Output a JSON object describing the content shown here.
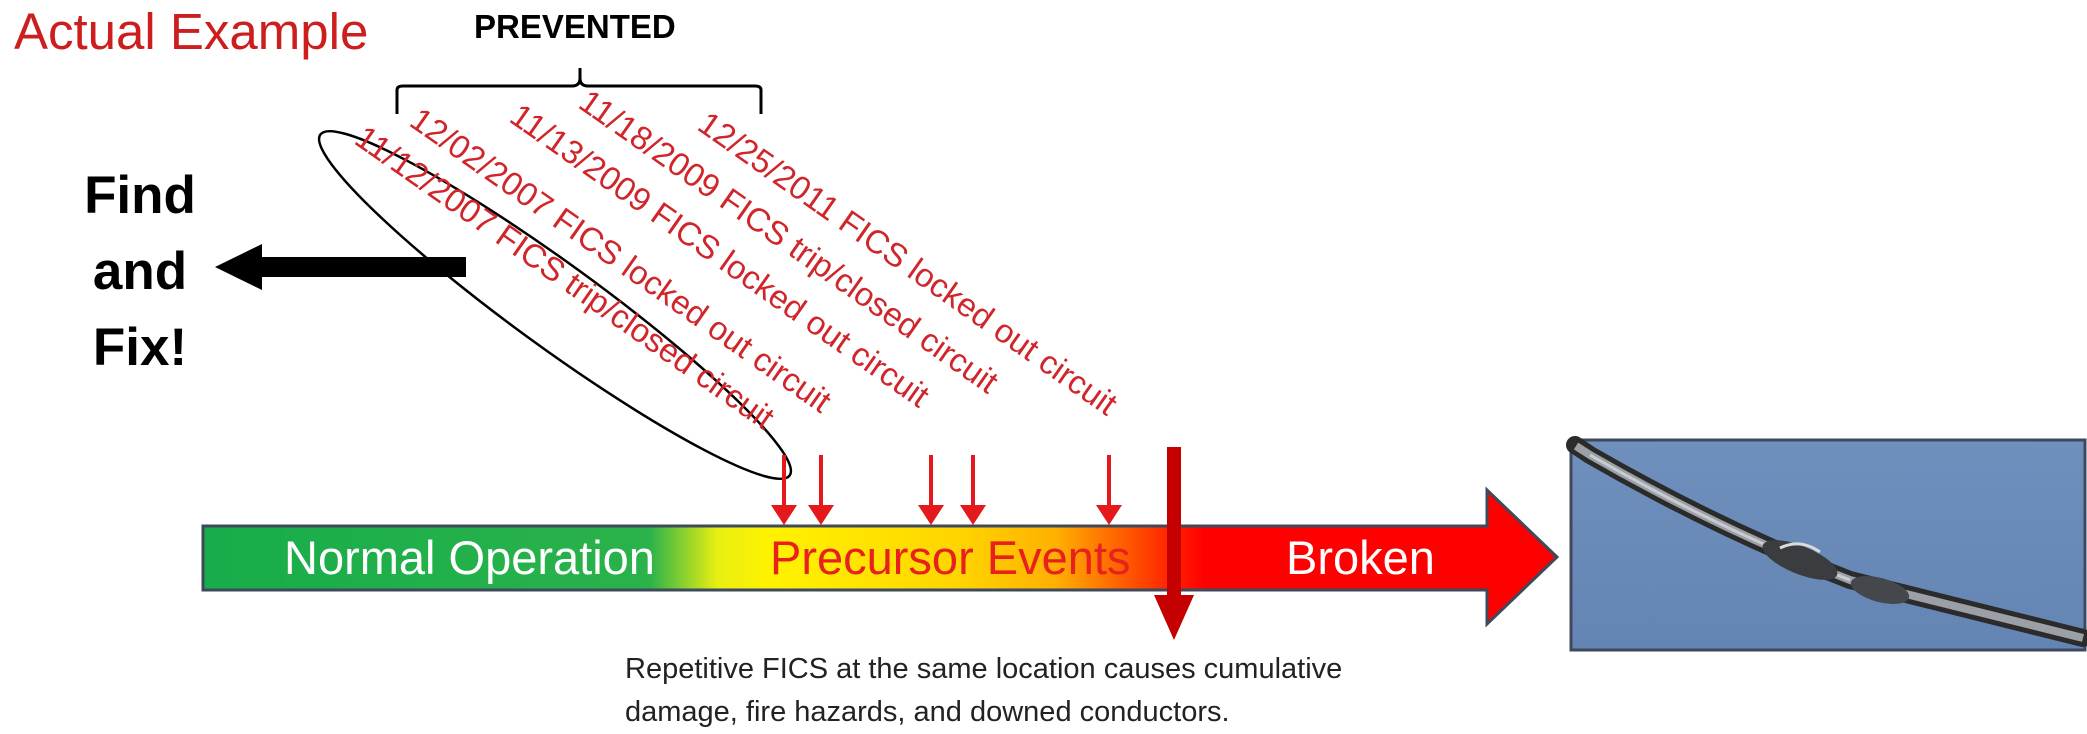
{
  "title": "Actual Example",
  "prevented_label": "PREVENTED",
  "find_fix": [
    "Find",
    "and",
    "Fix!"
  ],
  "events": [
    "11/12/2007 FICS trip/closed circuit",
    "12/02/2007 FICS locked out circuit",
    "11/13/2009 FICS locked out circuit",
    "11/18/2009 FICS trip/closed circuit",
    "12/25/2011 FICS locked out circuit"
  ],
  "stages": {
    "normal": "Normal Operation",
    "precursor": "Precursor Events",
    "broken": "Broken"
  },
  "caption": [
    "Repetitive FICS at the same location causes cumulative",
    "damage, fire hazards, and downed conductors."
  ],
  "colors": {
    "title_red": "#cc1e1e",
    "event_red": "#d0262b",
    "normal_green": "#17ad4a",
    "precursor_yellow": "#fff200",
    "broken_red": "#ff0000",
    "marker_red": "#c40000",
    "sky_blue": "#6a8ab8"
  }
}
